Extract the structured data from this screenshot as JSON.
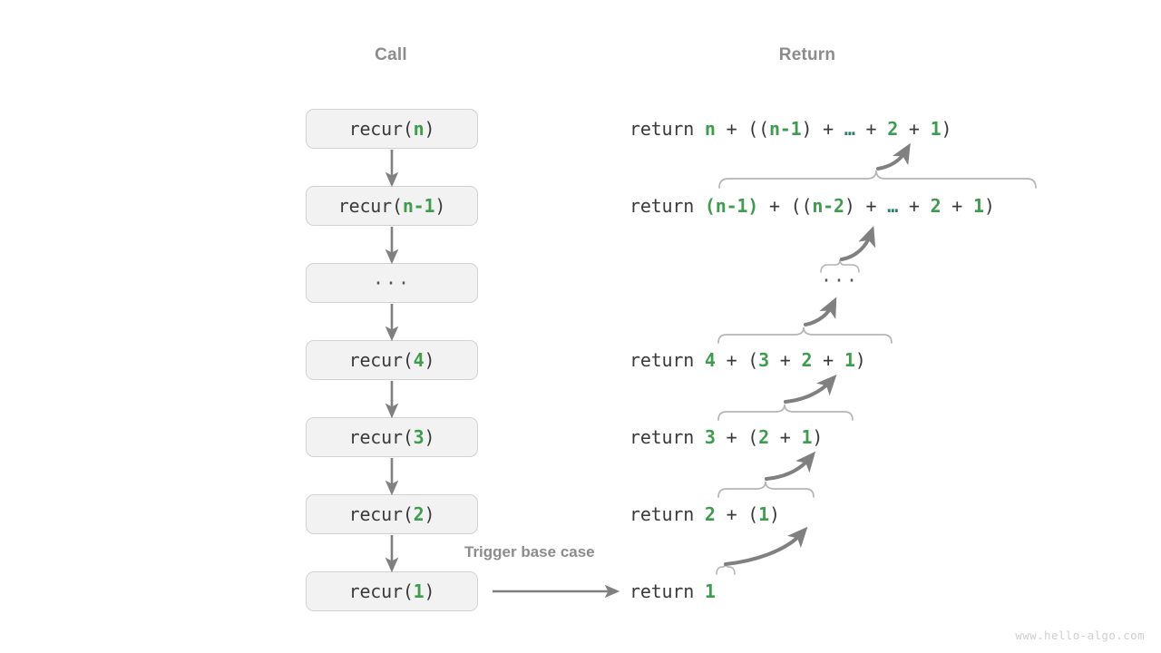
{
  "headers": {
    "call": "Call",
    "return": "Return"
  },
  "colors": {
    "green": "#3e9c4f",
    "teal": "#2f7d6e",
    "text": "#3a3a3a",
    "gray_label": "#8c8c8c",
    "box_fill": "#f2f2f2",
    "box_border": "#d2d2d2",
    "arrow": "#808080",
    "brace": "#b5b5b5",
    "watermark": "#cfcfcf"
  },
  "call_stack": [
    {
      "label": "recur(n)",
      "fn": "recur(",
      "arg": "n",
      "close": ")"
    },
    {
      "label": "recur(n-1)",
      "fn": "recur(",
      "arg": "n-1",
      "close": ")"
    },
    {
      "label": "…",
      "fn": "",
      "arg": "",
      "close": "",
      "is_ellipsis": true,
      "text": "···"
    },
    {
      "label": "recur(4)",
      "fn": "recur(",
      "arg": "4",
      "close": ")"
    },
    {
      "label": "recur(3)",
      "fn": "recur(",
      "arg": "3",
      "close": ")"
    },
    {
      "label": "recur(2)",
      "fn": "recur(",
      "arg": "2",
      "close": ")"
    },
    {
      "label": "recur(1)",
      "fn": "recur(",
      "arg": "1",
      "close": ")"
    }
  ],
  "returns": [
    {
      "keyword": "return ",
      "full": "return n + ((n-1) + … + 2 + 1)",
      "head": "n",
      "tail": " + ((n-1) + … + 2 + 1)",
      "parts": [
        {
          "t": "return ",
          "c": "kw"
        },
        {
          "t": "n",
          "c": "g"
        },
        {
          "t": " + ((",
          "c": "op"
        },
        {
          "t": "n-1",
          "c": "g"
        },
        {
          "t": ") + ",
          "c": "op"
        },
        {
          "t": "…",
          "c": "dots"
        },
        {
          "t": " + ",
          "c": "op"
        },
        {
          "t": "2",
          "c": "g"
        },
        {
          "t": " + ",
          "c": "op"
        },
        {
          "t": "1",
          "c": "g"
        },
        {
          "t": ")",
          "c": "op"
        }
      ]
    },
    {
      "keyword": "return ",
      "full": "return (n-1) + ((n-2) + … + 2 + 1)",
      "parts": [
        {
          "t": "return ",
          "c": "kw"
        },
        {
          "t": "(n-1)",
          "c": "g"
        },
        {
          "t": " + ((",
          "c": "op"
        },
        {
          "t": "n-2",
          "c": "g"
        },
        {
          "t": ") + ",
          "c": "op"
        },
        {
          "t": "…",
          "c": "dots"
        },
        {
          "t": " + ",
          "c": "op"
        },
        {
          "t": "2",
          "c": "g"
        },
        {
          "t": " + ",
          "c": "op"
        },
        {
          "t": "1",
          "c": "g"
        },
        {
          "t": ")",
          "c": "op"
        }
      ]
    },
    {
      "is_ellipsis": true,
      "full": "···",
      "text": "···"
    },
    {
      "keyword": "return ",
      "full": "return 4 + (3 + 2 + 1)",
      "parts": [
        {
          "t": "return ",
          "c": "kw"
        },
        {
          "t": "4",
          "c": "g"
        },
        {
          "t": " + (",
          "c": "op"
        },
        {
          "t": "3",
          "c": "g"
        },
        {
          "t": " + ",
          "c": "op"
        },
        {
          "t": "2",
          "c": "g"
        },
        {
          "t": " + ",
          "c": "op"
        },
        {
          "t": "1",
          "c": "g"
        },
        {
          "t": ")",
          "c": "op"
        }
      ]
    },
    {
      "keyword": "return ",
      "full": "return 3 + (2 + 1)",
      "parts": [
        {
          "t": "return ",
          "c": "kw"
        },
        {
          "t": "3",
          "c": "g"
        },
        {
          "t": " + (",
          "c": "op"
        },
        {
          "t": "2",
          "c": "g"
        },
        {
          "t": " + ",
          "c": "op"
        },
        {
          "t": "1",
          "c": "g"
        },
        {
          "t": ")",
          "c": "op"
        }
      ]
    },
    {
      "keyword": "return ",
      "full": "return 2 + (1)",
      "parts": [
        {
          "t": "return ",
          "c": "kw"
        },
        {
          "t": "2",
          "c": "g"
        },
        {
          "t": " + (",
          "c": "op"
        },
        {
          "t": "1",
          "c": "g"
        },
        {
          "t": ")",
          "c": "op"
        }
      ]
    },
    {
      "keyword": "return ",
      "full": "return 1",
      "parts": [
        {
          "t": "return ",
          "c": "kw"
        },
        {
          "t": "1",
          "c": "g"
        }
      ]
    }
  ],
  "annotation": {
    "trigger_base_case": "Trigger base case"
  },
  "watermark": "www.hello-algo.com"
}
